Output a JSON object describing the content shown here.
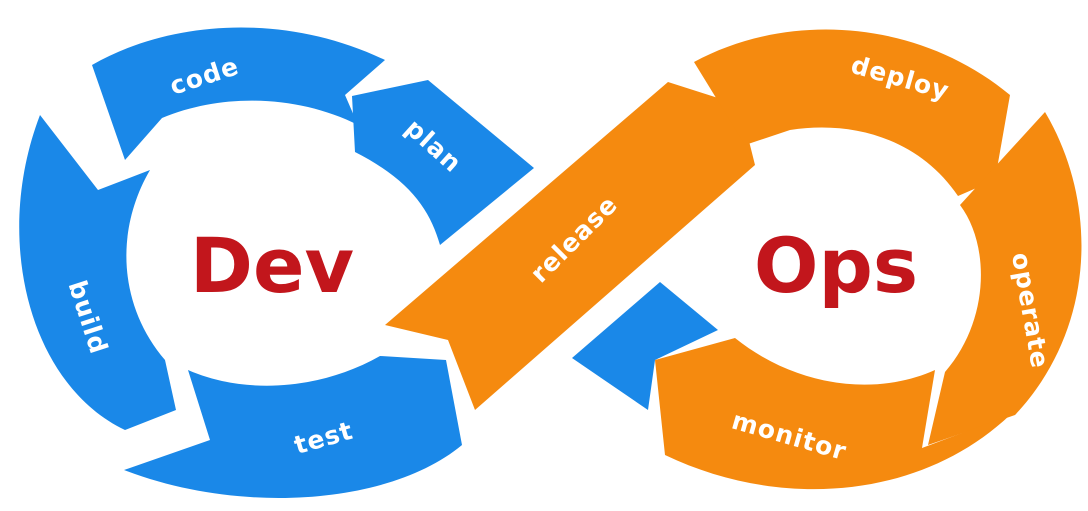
{
  "colors": {
    "dev": "#1a88e8",
    "ops": "#f58a0f",
    "title": "#c2161c",
    "label": "#ffffff",
    "background": "#ffffff"
  },
  "titles": {
    "dev": "Dev",
    "ops": "Ops"
  },
  "stages": {
    "code": "code",
    "plan": "plan",
    "build": "build",
    "test": "test",
    "release": "release",
    "deploy": "deploy",
    "operate": "operate",
    "monitor": "monitor"
  }
}
